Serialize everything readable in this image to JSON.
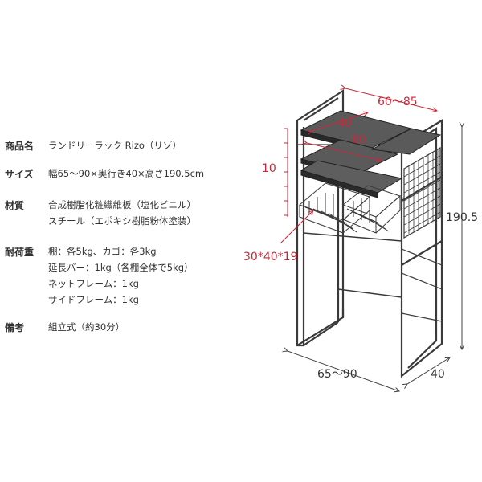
{
  "specs": {
    "name_label": "商品名",
    "name_value": "ランドリーラック Rizo（リゾ）",
    "size_label": "サイズ",
    "size_value": "幅65〜90×奥行き40×高さ190.5cm",
    "material_label": "材質",
    "material_lines": [
      "合成樹脂化粧繊維板（塩化ビニル）",
      "スチール（エポキシ樹脂粉体塗装）"
    ],
    "load_label": "耐荷重",
    "load_lines": [
      "棚：各5kg、カゴ：各3kg",
      "延長バー：1kg（各棚全体で5kg）",
      "ネットフレーム：1kg",
      "サイドフレーム：1kg"
    ],
    "notes_label": "備考",
    "notes_value": "組立式（約30分）"
  },
  "dimensions": {
    "top_width_red": "60〜85",
    "shelf_width_40": "40",
    "shelf_width_60": "60",
    "shelf_spacing": "10",
    "basket_size": "30*40*19",
    "total_height": "190.5",
    "base_width": "65〜90",
    "depth": "40"
  },
  "colors": {
    "accent_red": "#c8283a",
    "frame": "#3a3a3a",
    "shelf": "#555555"
  }
}
